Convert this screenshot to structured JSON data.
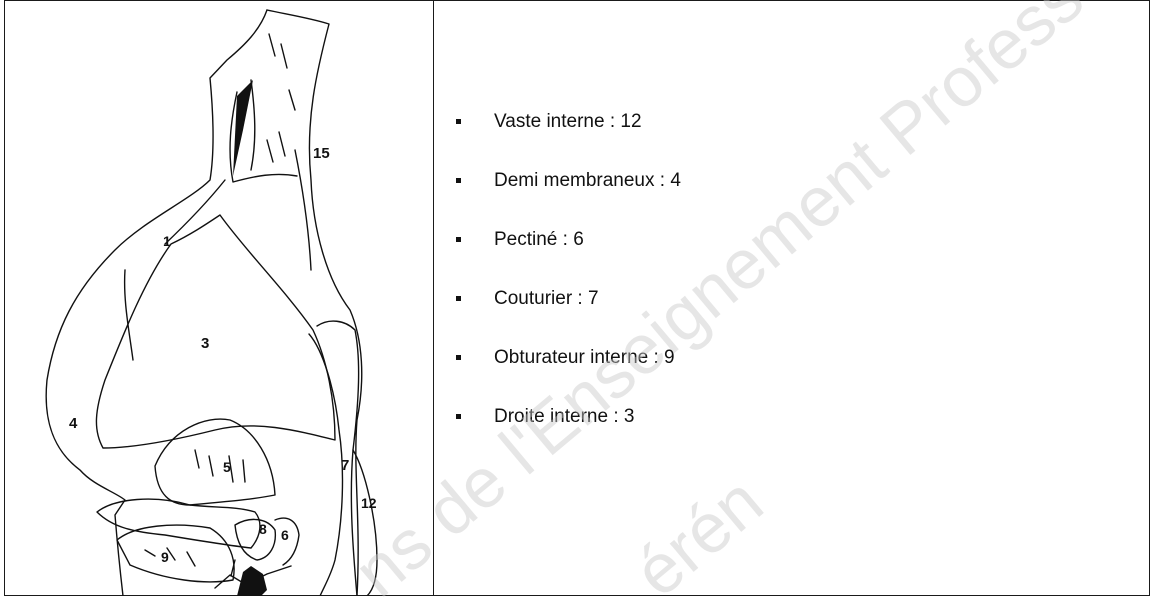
{
  "figure": {
    "labels": [
      "15",
      "1",
      "3",
      "4",
      "5",
      "7",
      "12",
      "8",
      "6",
      "9"
    ]
  },
  "legend": {
    "items": [
      "Vaste interne : 12",
      "Demi membraneux : 4",
      "Pectiné : 6",
      "Couturier : 7",
      "Obturateur interne : 9",
      "Droite interne : 3"
    ]
  },
  "watermark": {
    "text": "ns de l'Enseignement Profess",
    "text2": "érén"
  }
}
